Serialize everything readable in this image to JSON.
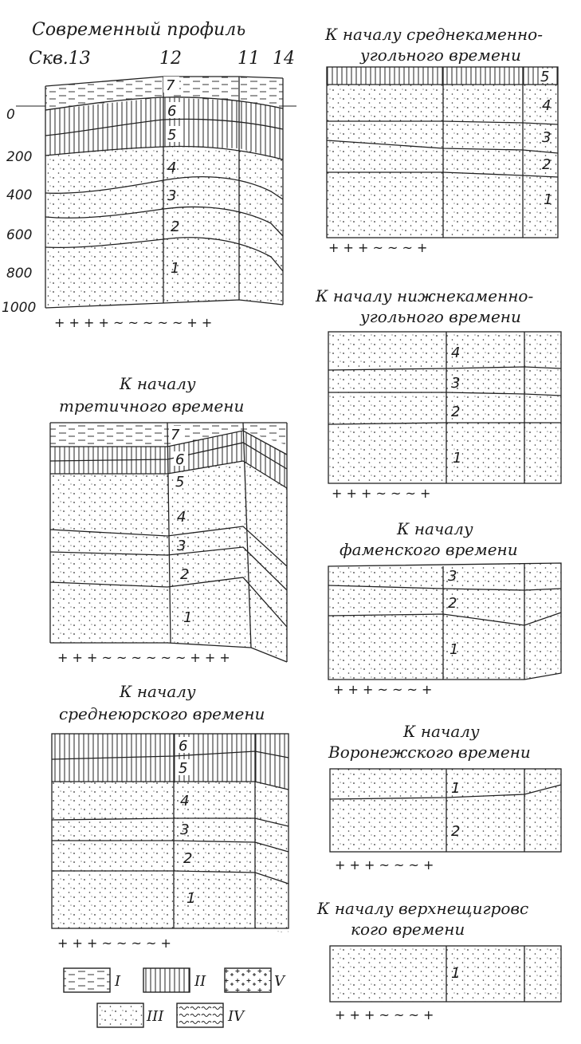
{
  "figure": {
    "modern": {
      "title": "Современный профиль",
      "well_labels": [
        "Скв.13",
        "12",
        "11",
        "14"
      ],
      "depth_ticks": [
        "0",
        "200",
        "400",
        "600",
        "800",
        "1000"
      ],
      "layers": [
        "7",
        "6",
        "5",
        "4",
        "3",
        "2",
        "1"
      ],
      "basement": "+ + + + ~ ~ ~ ~ ~ + +"
    },
    "tertiary": {
      "title_lines": [
        "К началу",
        "третичного времени"
      ],
      "layers": [
        "7",
        "6",
        "5",
        "4",
        "3",
        "2",
        "1"
      ],
      "basement": "+ + + ~ ~ ~ ~ ~ ~ + + +"
    },
    "midjurassic": {
      "title_lines": [
        "К началу",
        "среднеюрского времени"
      ],
      "layers": [
        "6",
        "5",
        "4",
        "3",
        "2",
        "1"
      ],
      "basement": "+ + + ~ ~ ~ ~ +"
    },
    "midcarb": {
      "title_lines": [
        "К началу среднекаменно-",
        "угольного времени"
      ],
      "layers": [
        "5",
        "4",
        "3",
        "2",
        "1"
      ],
      "basement": "+ + + ~ ~ ~ +"
    },
    "lowcarb": {
      "title_lines": [
        "К началу нижнекаменно-",
        "угольного времени"
      ],
      "layers": [
        "4",
        "3",
        "2",
        "1"
      ],
      "basement": "+ + + ~ ~ ~ +"
    },
    "famen": {
      "title_lines": [
        "К началу",
        "фаменского времени"
      ],
      "layers": [
        "3",
        "2",
        "1"
      ],
      "basement": "+ + + ~ ~ ~ +"
    },
    "voronezh": {
      "title_lines": [
        "К началу",
        "Воронежского времени"
      ],
      "layers": [
        "1",
        "2"
      ],
      "basement": "+ + + ~ ~ ~ +"
    },
    "vshchigr": {
      "title_lines": [
        "К началу верхнещигровс",
        "кого времени"
      ],
      "layers": [
        "1"
      ],
      "basement": "+ + + ~ ~ ~ +"
    },
    "legend": [
      {
        "symbol": "dashes",
        "label": "I"
      },
      {
        "symbol": "vertical-hatch",
        "label": "II"
      },
      {
        "symbol": "crosses",
        "label": "V"
      },
      {
        "symbol": "dots",
        "label": "III"
      },
      {
        "symbol": "waves",
        "label": "IV"
      }
    ]
  }
}
